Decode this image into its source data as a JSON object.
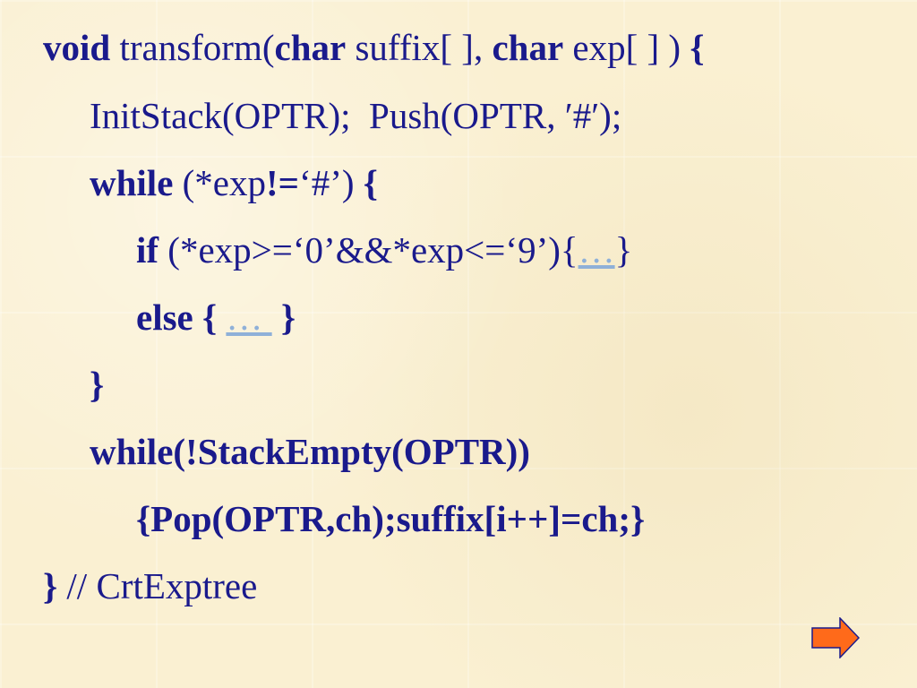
{
  "code": {
    "l1": {
      "void": "void",
      "t1": " transform(",
      "char1": "char",
      "t2": " suffix[ ], ",
      "char2": "char",
      "t3": " exp[ ] ) ",
      "brace": "{"
    },
    "l2": {
      "text": "InitStack(OPTR);  Push(OPTR, ′#′);"
    },
    "l3": {
      "kw": "while",
      "t1": " (*exp",
      "op": "!=",
      "t2": "‘#’) ",
      "brace": "{"
    },
    "l4": {
      "kw": "if",
      "t1": " (*exp>=‘0’&&*exp<=‘9’){",
      "link": "…",
      "t2": "}"
    },
    "l5": {
      "t1": "else { ",
      "link": "… ",
      "t2": " }"
    },
    "l6": {
      "text": "}"
    },
    "l7": {
      "text": "while(!StackEmpty(OPTR))"
    },
    "l8": {
      "text": "{Pop(OPTR,ch);suffix[i++]=ch;}"
    },
    "l9": {
      "brace": "}",
      "comment": " // CrtExptree"
    }
  },
  "colors": {
    "text": "#1a1a8c",
    "link": "#8fb0d8",
    "arrow_fill": "#ff6a1a",
    "arrow_stroke": "#1a1a8c",
    "background": "#faf0d2"
  },
  "icons": {
    "next": "next-slide-arrow-icon"
  }
}
